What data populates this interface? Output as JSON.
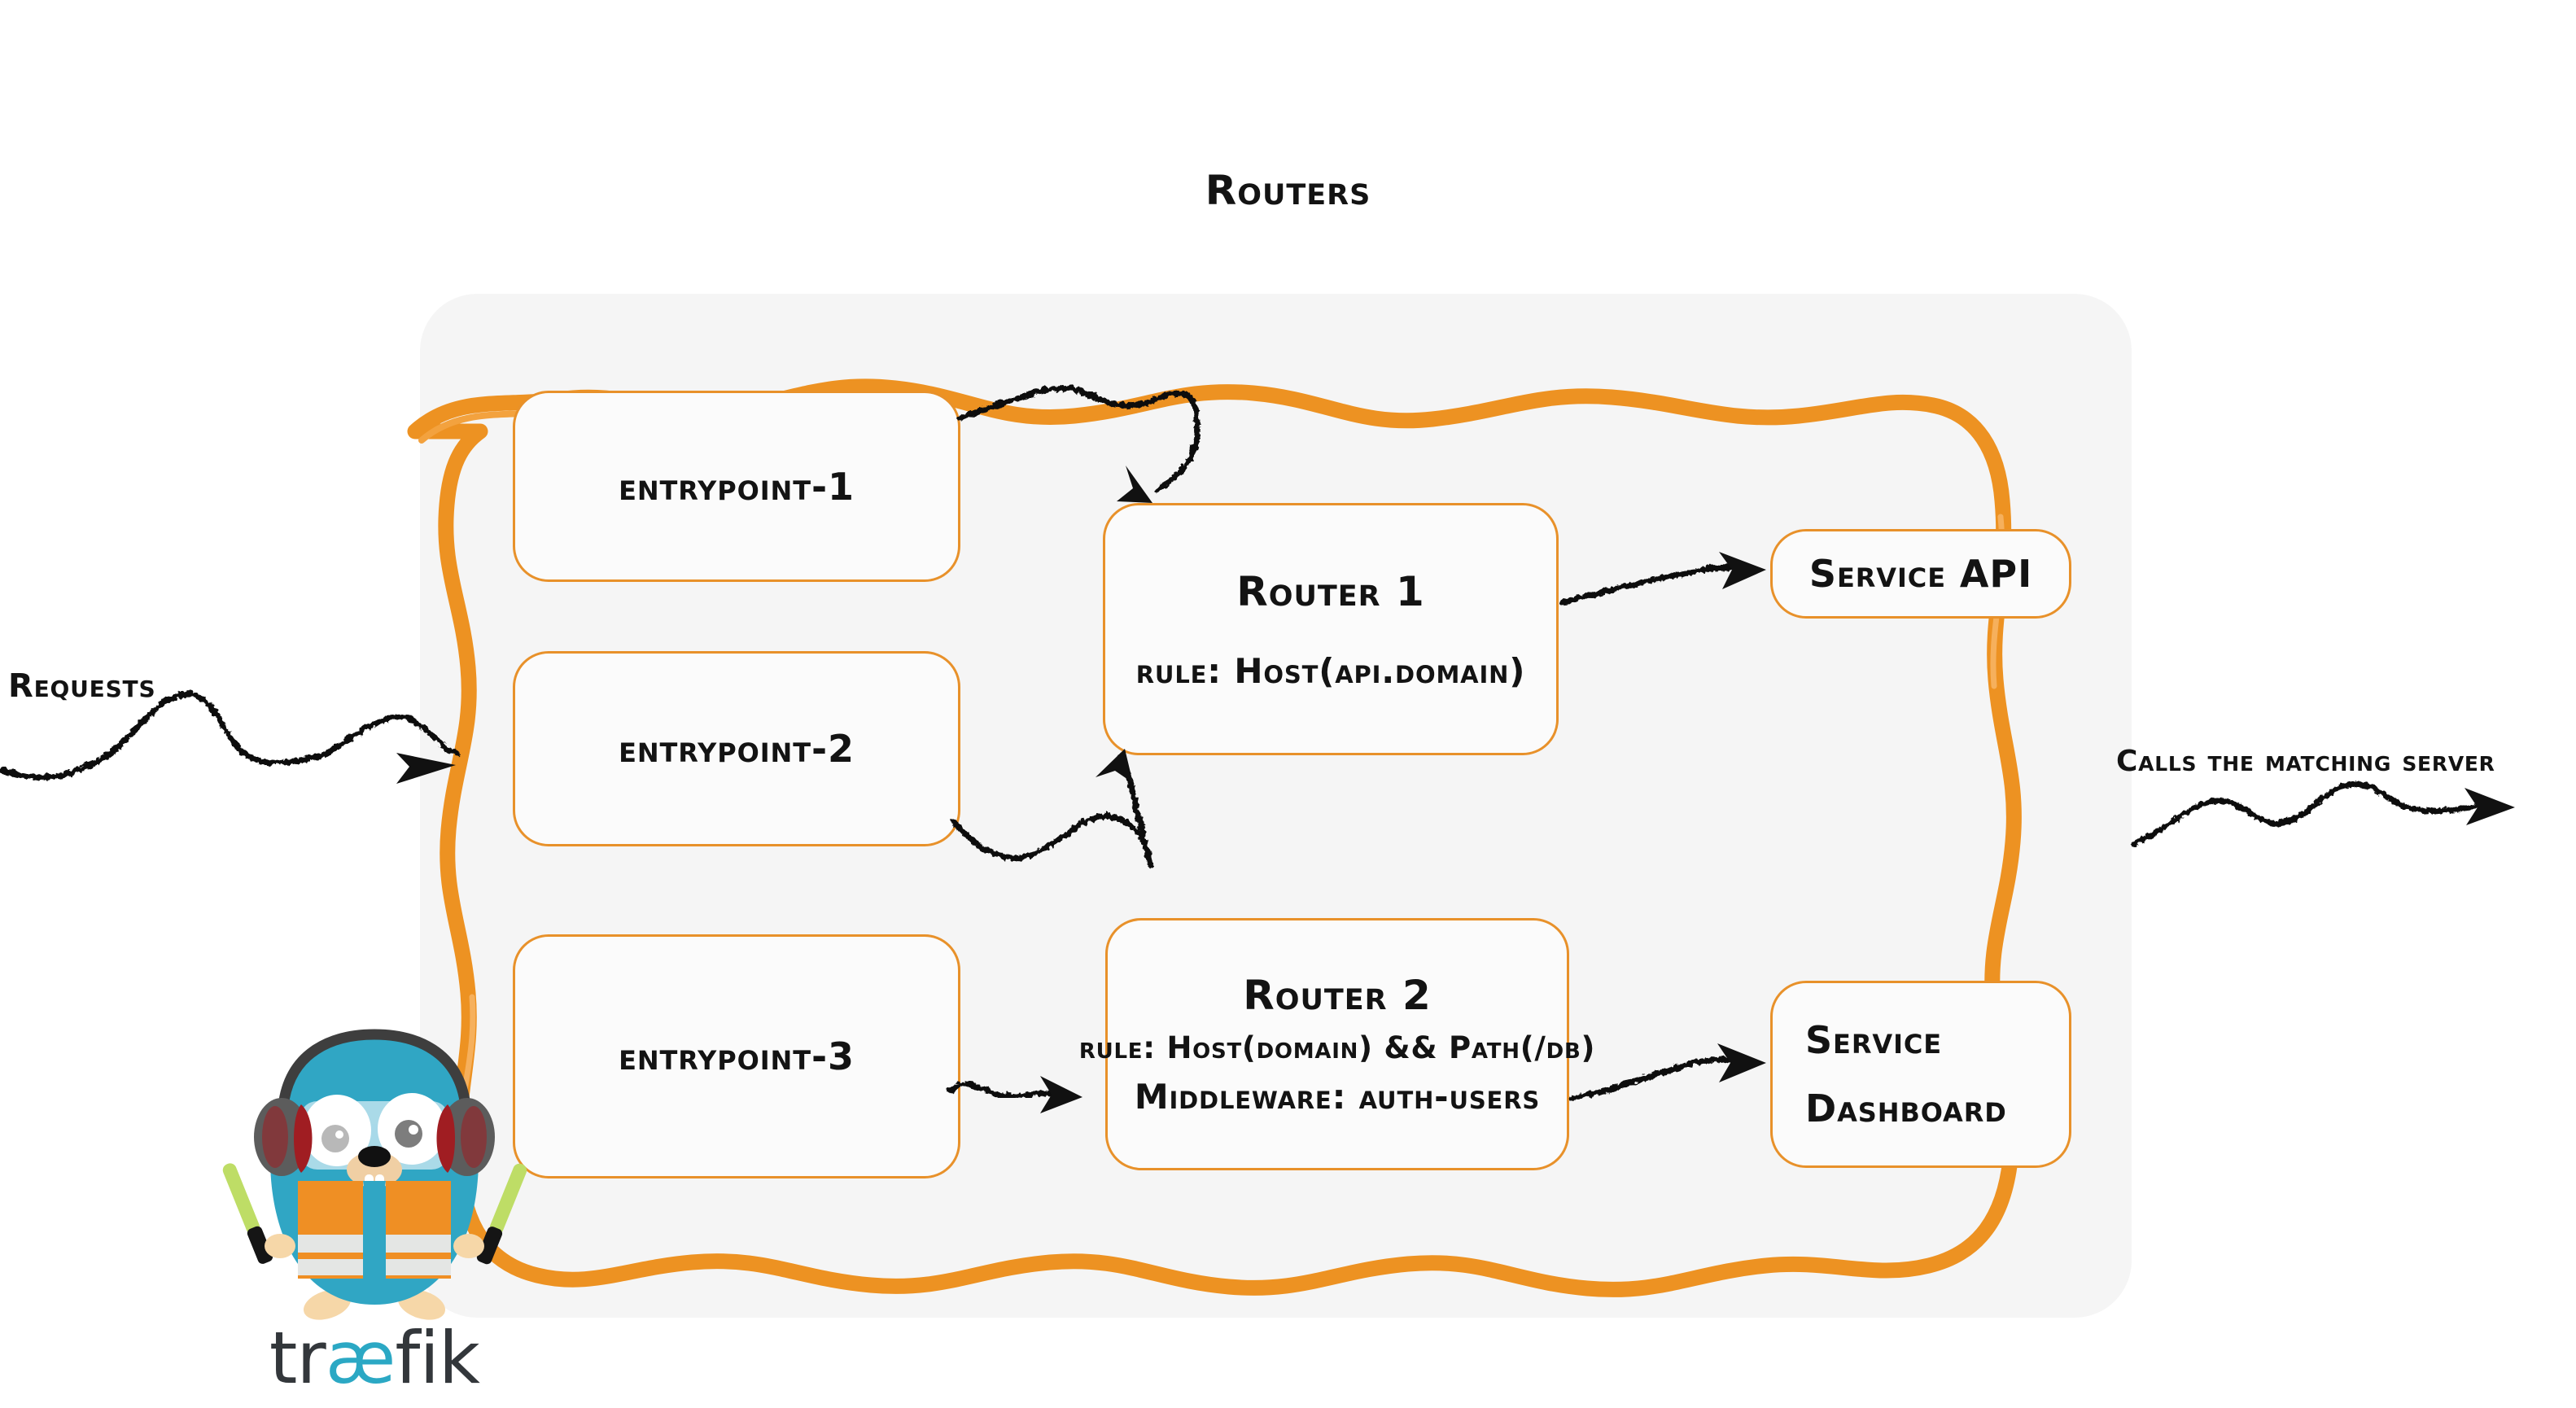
{
  "diagram": {
    "title": "Routers",
    "background_color": "#ffffff",
    "zone_fill_color": "#f5f5f5",
    "accent_color": "#e8912a",
    "text_color": "#131313"
  },
  "annotations": {
    "left_label": "Requests",
    "right_label": "Calls the matching server"
  },
  "entrypoints": [
    {
      "label": "entrypoint-1"
    },
    {
      "label": "entrypoint-2"
    },
    {
      "label": "entrypoint-3"
    }
  ],
  "routers": [
    {
      "title": "Router 1",
      "rule": "rule: Host(api.domain)",
      "middleware": ""
    },
    {
      "title": "Router 2",
      "rule": "rule: Host(domain) && Path(/db)",
      "middleware": "Middleware: auth-users"
    }
  ],
  "services": [
    {
      "line1": "Service API",
      "line2": ""
    },
    {
      "line1": "Service",
      "line2": "Dashboard"
    }
  ],
  "brand": {
    "name_part1": "tr",
    "name_ligature": "æ",
    "name_part2": "fik",
    "body_color": "#30a6c4",
    "vest_color": "#ef8f24",
    "stripe_color": "#e4e6e4",
    "wand_color": "#bedd66",
    "muff_color": "#5c5c5c",
    "muff_rim_color": "#a01d22",
    "logo_text_color": "#33373b",
    "logo_ligature_color": "#2ba8c4"
  }
}
